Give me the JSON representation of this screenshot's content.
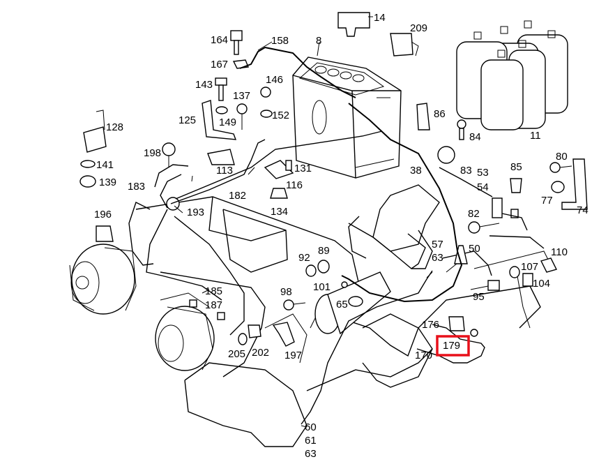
{
  "parts": [
    {
      "id": "p14",
      "label": "14"
    },
    {
      "id": "p209",
      "label": "209"
    },
    {
      "id": "p8",
      "label": "8"
    },
    {
      "id": "p158",
      "label": "158"
    },
    {
      "id": "p164",
      "label": "164"
    },
    {
      "id": "p167",
      "label": "167"
    },
    {
      "id": "p143",
      "label": "143"
    },
    {
      "id": "p146",
      "label": "146"
    },
    {
      "id": "p137",
      "label": "137"
    },
    {
      "id": "p152",
      "label": "152"
    },
    {
      "id": "p128",
      "label": "128"
    },
    {
      "id": "p125",
      "label": "125"
    },
    {
      "id": "p149",
      "label": "149"
    },
    {
      "id": "p86",
      "label": "86"
    },
    {
      "id": "p84",
      "label": "84"
    },
    {
      "id": "p11",
      "label": "11"
    },
    {
      "id": "p198",
      "label": "198"
    },
    {
      "id": "p141",
      "label": "141"
    },
    {
      "id": "p139",
      "label": "139"
    },
    {
      "id": "p113",
      "label": "113"
    },
    {
      "id": "p131",
      "label": "131"
    },
    {
      "id": "p116",
      "label": "116"
    },
    {
      "id": "p183",
      "label": "183"
    },
    {
      "id": "p182",
      "label": "182"
    },
    {
      "id": "p134",
      "label": "134"
    },
    {
      "id": "p38",
      "label": "38"
    },
    {
      "id": "p83",
      "label": "83"
    },
    {
      "id": "p53",
      "label": "53"
    },
    {
      "id": "p54",
      "label": "54"
    },
    {
      "id": "p85",
      "label": "85"
    },
    {
      "id": "p80",
      "label": "80"
    },
    {
      "id": "p77",
      "label": "77"
    },
    {
      "id": "p74",
      "label": "74"
    },
    {
      "id": "p196",
      "label": "196"
    },
    {
      "id": "p193",
      "label": "193"
    },
    {
      "id": "p82",
      "label": "82"
    },
    {
      "id": "p57",
      "label": "57"
    },
    {
      "id": "p63a",
      "label": "63"
    },
    {
      "id": "p50",
      "label": "50"
    },
    {
      "id": "p110",
      "label": "110"
    },
    {
      "id": "p92",
      "label": "92"
    },
    {
      "id": "p89",
      "label": "89"
    },
    {
      "id": "p107",
      "label": "107"
    },
    {
      "id": "p104",
      "label": "104"
    },
    {
      "id": "p98",
      "label": "98"
    },
    {
      "id": "p101",
      "label": "101"
    },
    {
      "id": "p65",
      "label": "65"
    },
    {
      "id": "p95",
      "label": "95"
    },
    {
      "id": "p185",
      "label": "185"
    },
    {
      "id": "p187",
      "label": "187"
    },
    {
      "id": "p176",
      "label": "176"
    },
    {
      "id": "p179",
      "label": "179"
    },
    {
      "id": "p170",
      "label": "170"
    },
    {
      "id": "p205",
      "label": "205"
    },
    {
      "id": "p202",
      "label": "202"
    },
    {
      "id": "p197",
      "label": "197"
    },
    {
      "id": "p60",
      "label": "60"
    },
    {
      "id": "p61",
      "label": "61"
    },
    {
      "id": "p63b",
      "label": "63"
    }
  ],
  "highlight": {
    "part": "179",
    "color": "#e8101a"
  }
}
